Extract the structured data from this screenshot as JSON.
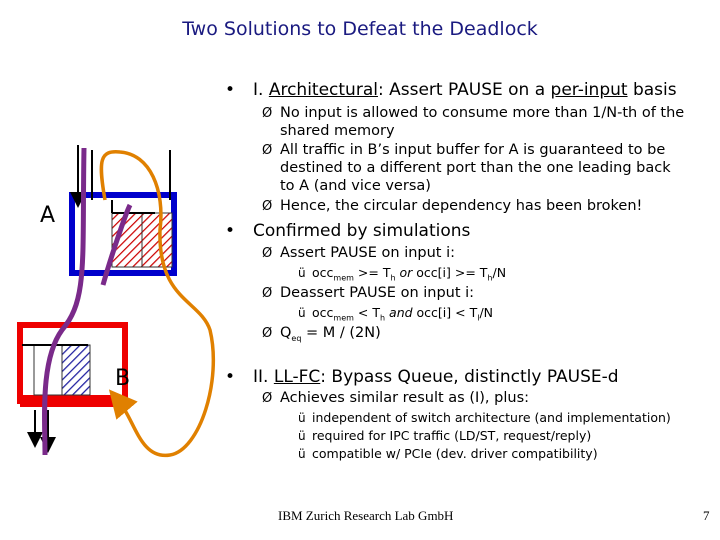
{
  "title": "Two Solutions to Defeat the Deadlock",
  "diagram": {
    "label_a": "A",
    "label_b": "B"
  },
  "bullets": {
    "b1": {
      "marker": "•",
      "prefix": "I. ",
      "underlined": "Architectural",
      "middle": ": Assert PAUSE on a ",
      "underlined2": "per-input",
      "suffix": " basis"
    },
    "b1_sub1_l1": "No input is allowed to consume more than 1/N-th of the",
    "b1_sub1_l2": "shared memory",
    "b1_sub2_l1": "All traffic in B’s input buffer for A is guaranteed to be",
    "b1_sub2_l2": "destined to a different port than the one leading back",
    "b1_sub2_l3": "to A (and vice versa)",
    "b1_sub3": "Hence, the circular dependency has been broken!",
    "b2": {
      "marker": "•",
      "text": "Confirmed by simulations"
    },
    "b2_sub1": "Assert PAUSE on input i:",
    "b2_sub1_check": {
      "a": "occ",
      "a_sub": "mem",
      "b": " >= T",
      "b_sub": "h",
      "c_or": " or ",
      "d": "occ[i] >= T",
      "d_sub": "h",
      "e": "/N"
    },
    "b2_sub2": "Deassert PAUSE on input i:",
    "b2_sub2_check": {
      "a": "occ",
      "a_sub": "mem",
      "b": " < T",
      "b_sub": "h",
      "c_and": " and ",
      "d": "occ[i] < T",
      "d_sub": "l",
      "e": "/N"
    },
    "b2_sub3": {
      "a": "Q",
      "a_sub": "eq",
      "b": " = M / (2N)"
    },
    "b3": {
      "marker": "•",
      "prefix": "II. ",
      "underlined": "LL-FC",
      "suffix": ": Bypass Queue, distinctly PAUSE-d"
    },
    "b3_sub1": "Achieves similar result as (I), plus:",
    "b3_checks": [
      "independent of switch architecture (and implementation)",
      "required for IPC traffic (LD/ST, request/reply)",
      "compatible w/ PCIe (dev. driver compatibility)"
    ],
    "arrow_glyph": "Ø",
    "check_glyph": "ü"
  },
  "footer": "IBM Zurich Research Lab GmbH",
  "page_number": "7",
  "colors": {
    "title": "#1a1a80",
    "blue": "#0000cc",
    "red": "#ee0000",
    "purple": "#7a2a8a",
    "orange": "#e08000",
    "hatch": "#cc0000"
  }
}
